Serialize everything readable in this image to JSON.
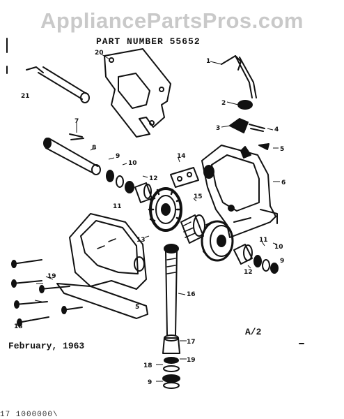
{
  "watermark": "AppliancePartsPros.com",
  "header": {
    "part_number": "PART NUMBER 55652"
  },
  "footer": {
    "date": "February, 1963",
    "plate_code": "A/2",
    "bottom_code": "17 1000000\\"
  },
  "colors": {
    "ink": "#111111",
    "watermark": "#c9c9c9",
    "paper": "#ffffff"
  },
  "callouts": [
    "1",
    "2",
    "3",
    "4",
    "5",
    "6",
    "7",
    "8",
    "9",
    "10",
    "11",
    "12",
    "13",
    "14",
    "15",
    "16",
    "17",
    "18",
    "19",
    "20",
    "21"
  ]
}
